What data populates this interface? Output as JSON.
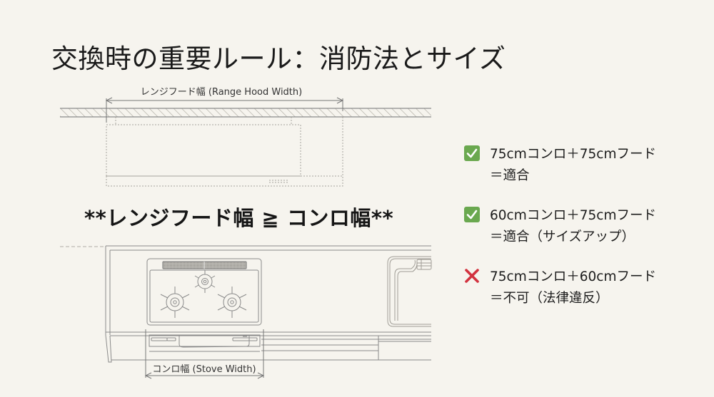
{
  "title": "交換時の重要ルール：消防法とサイズ",
  "diagram": {
    "hood_dimension_label": "レンジフード幅 (Range Hood Width)",
    "stove_dimension_label": "コンロ幅 (Stove Width)",
    "rule": "**レンジフード幅 ≧ コンロ幅**"
  },
  "legend": {
    "items": [
      {
        "status": "ok",
        "icon": "check-icon",
        "line1": "75cmコンロ＋75cmフード",
        "line2": "＝適合"
      },
      {
        "status": "ok",
        "icon": "check-icon",
        "line1": "60cmコンロ＋75cmフード",
        "line2": "＝適合（サイズアップ）"
      },
      {
        "status": "ng",
        "icon": "cross-icon",
        "line1": "75cmコンロ＋60cmフード",
        "line2": "＝不可（法律違反）"
      }
    ]
  },
  "colors": {
    "background": "#f6f4ee",
    "ok_green": "#6aa84f",
    "ng_red": "#d2323f",
    "line_gray": "#8a8a8a"
  }
}
